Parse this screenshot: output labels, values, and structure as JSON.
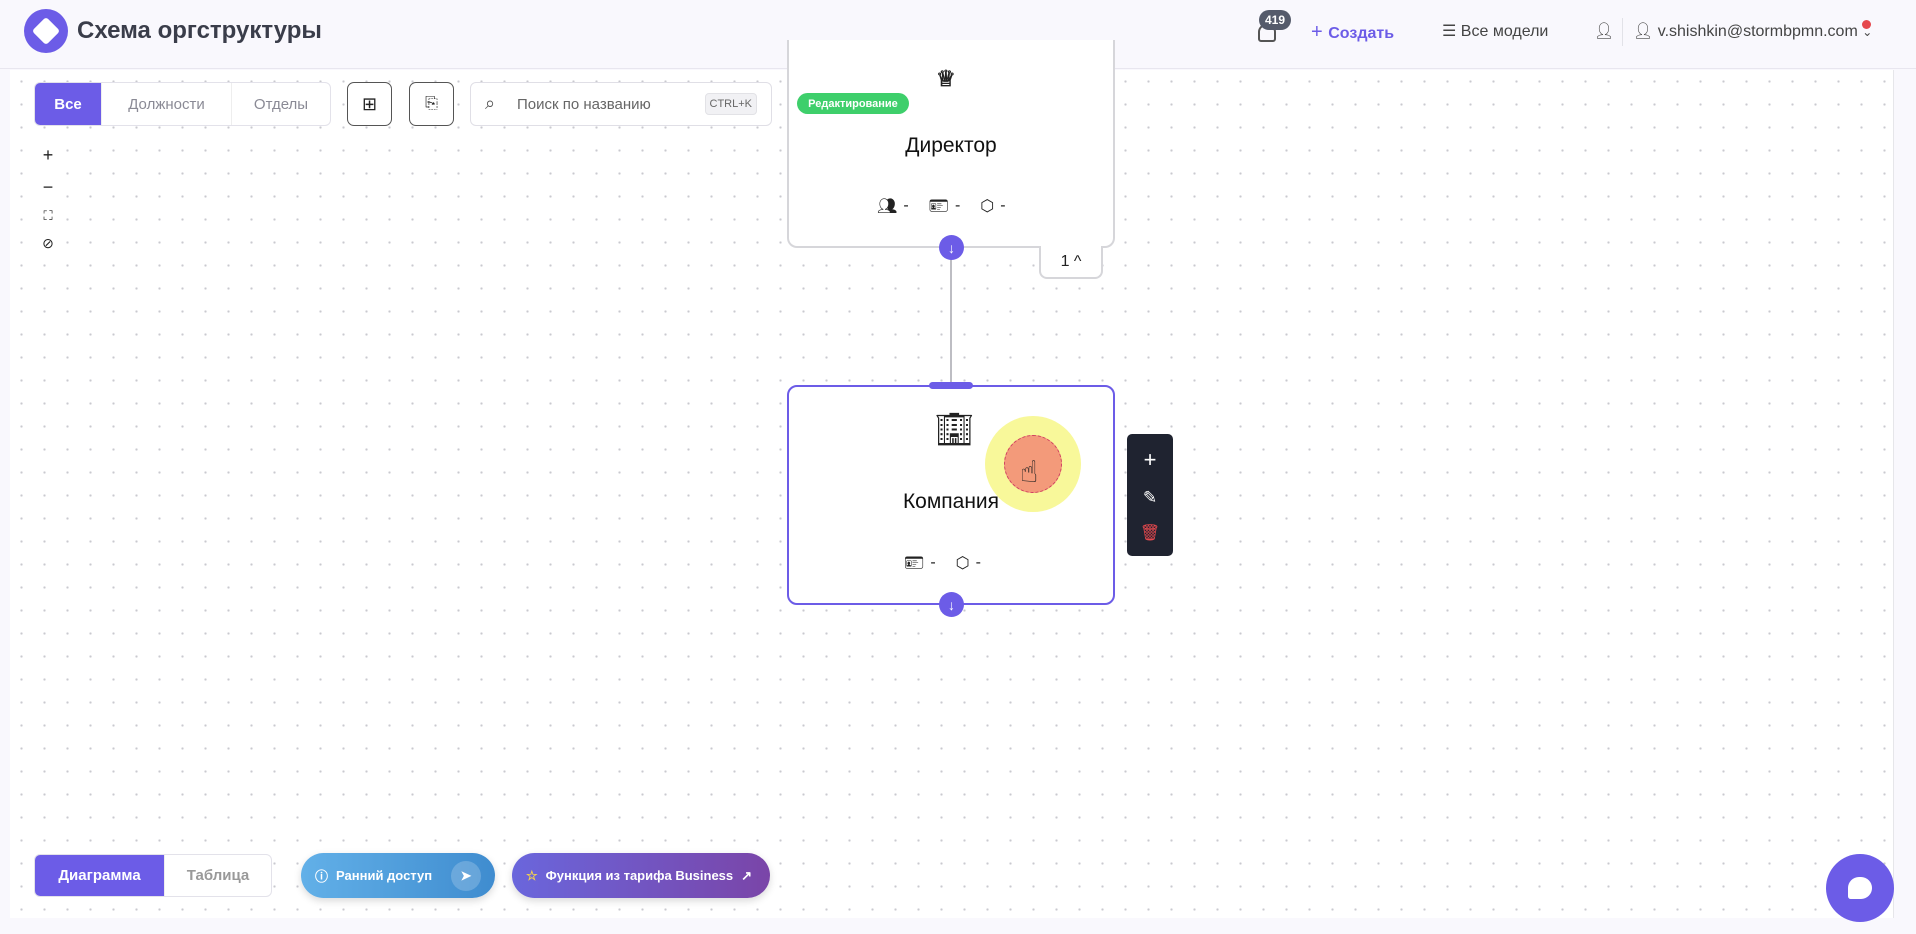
{
  "header": {
    "title": "Схема оргструктуры",
    "notifications": "419",
    "create": "Создать",
    "all_models": "Все модели",
    "user_email": "v.shishkin@stormbpmn.com"
  },
  "toolbar": {
    "tabs": [
      "Все",
      "Должности",
      "Отделы"
    ],
    "search_placeholder": "Поиск по названию",
    "search_shortcut": "CTRL+K"
  },
  "zoom_controls": [
    "+",
    "−"
  ],
  "nodes": {
    "director": {
      "badge": "Редактирование",
      "name": "Директор",
      "employees": "-",
      "positions": "-",
      "objects": "-",
      "children_count": "1"
    },
    "company": {
      "name": "Компания",
      "positions": "-",
      "objects": "-"
    }
  },
  "bottom": {
    "views": [
      "Диаграмма",
      "Таблица"
    ],
    "early_access": "Ранний доступ",
    "business": "Функция из тарифа Business"
  },
  "colors": {
    "accent": "#6c5ce7",
    "badge": "#3ecf6b",
    "delete": "#e5484d"
  }
}
